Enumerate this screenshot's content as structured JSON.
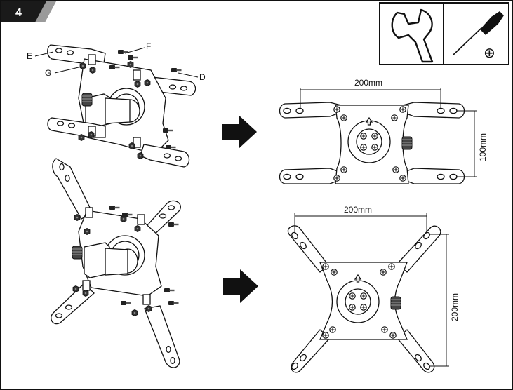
{
  "step": {
    "number": "4"
  },
  "tools": {
    "wrench": "wrench-icon",
    "screwdriver": "phillips-screwdriver-icon",
    "phillips_symbol": "⊕"
  },
  "labels": {
    "e": "E",
    "f": "F",
    "g": "G",
    "d": "D"
  },
  "dimensions": {
    "top_width": "200mm",
    "top_height": "100mm",
    "bottom_width": "200mm",
    "bottom_height": "200mm"
  },
  "colors": {
    "ink": "#111111",
    "arrow": "#111111",
    "paper": "#ffffff"
  }
}
